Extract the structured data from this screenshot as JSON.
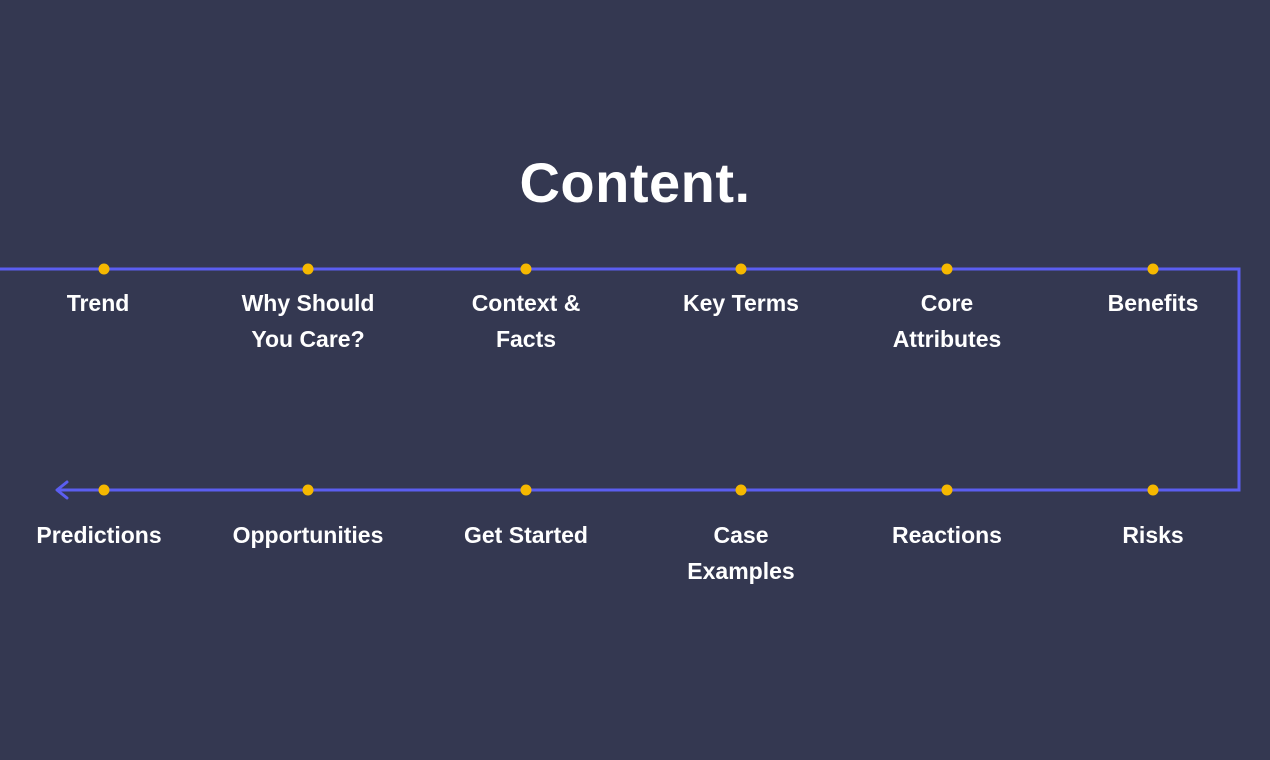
{
  "title": "Content.",
  "colors": {
    "background": "#343851",
    "line": "#5b5ef0",
    "dot": "#f5b800",
    "text": "#ffffff"
  },
  "steps_top": [
    {
      "label": "Trend"
    },
    {
      "label": "Why Should\nYou Care?"
    },
    {
      "label": "Context &\nFacts"
    },
    {
      "label": "Key Terms"
    },
    {
      "label": "Core\nAttributes"
    },
    {
      "label": "Benefits"
    }
  ],
  "steps_bottom": [
    {
      "label": "Predictions"
    },
    {
      "label": "Opportunities"
    },
    {
      "label": "Get Started"
    },
    {
      "label": "Case\nExamples"
    },
    {
      "label": "Reactions"
    },
    {
      "label": "Risks"
    }
  ]
}
